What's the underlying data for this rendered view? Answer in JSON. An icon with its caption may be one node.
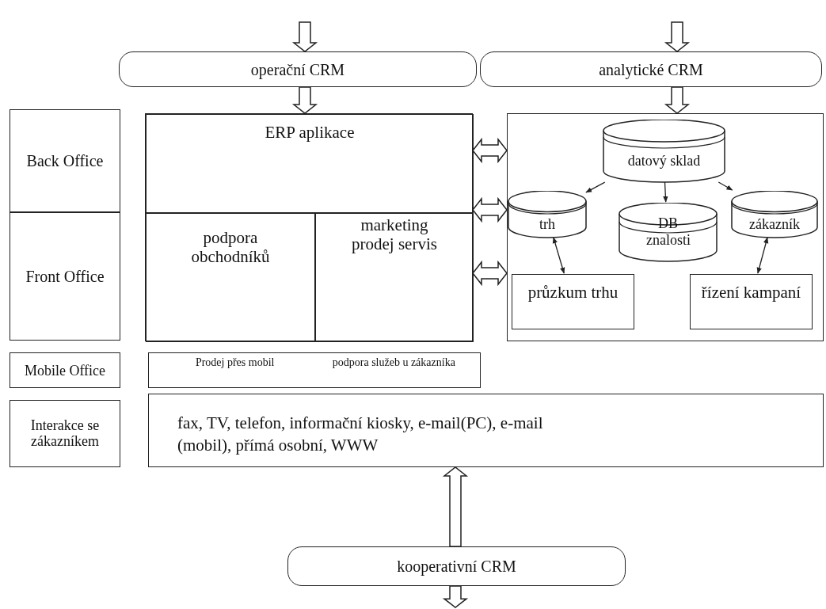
{
  "diagram": {
    "nodes": [
      {
        "text": [
          "operační CRM"
        ]
      },
      {
        "text": [
          "analytické CRM"
        ]
      },
      {
        "text": [
          "Back Office"
        ]
      },
      {
        "text": [
          "Front Office"
        ]
      },
      {
        "text": [],
        "shape": "box"
      },
      {
        "text": [
          "ERP aplikace"
        ],
        "in": 4
      },
      {
        "text": [
          "podpora obchodníků"
        ],
        "in": 4
      },
      {
        "text": [
          "marketing prodej servis"
        ],
        "in": 4
      },
      {
        "text": [],
        "shape": "box"
      },
      {
        "text": [
          "datový sklad"
        ],
        "in": 8
      },
      {
        "text": [
          "trh"
        ],
        "in": 8
      },
      {
        "text": [
          "DB znalosti"
        ],
        "in": 8
      },
      {
        "text": [
          "zákazník"
        ],
        "in": 8
      },
      {
        "text": [
          "průzkum trhu"
        ],
        "in": 8
      },
      {
        "text": [
          "řízení kampaní"
        ],
        "in": 8
      },
      {
        "text": [
          "Mobile Office"
        ]
      },
      {
        "text": [
          "Prodej přes mobil",
          "podpora služeb u zákazníka"
        ]
      },
      {
        "text": [
          "Interakce se zákazníkem"
        ]
      },
      {
        "text": [
          "fax, TV, telefon, informační kiosky, e-mail(PC), e-mail (mobil), přímá osobní, WWW"
        ]
      },
      {
        "text": [
          "kooperativní CRM"
        ]
      }
    ],
    "edges": [
      {
        "from": null,
        "to": 0,
        "arrow": "to",
        "style": "thick"
      },
      {
        "from": null,
        "to": 1,
        "arrow": "to",
        "style": "thick"
      },
      {
        "from": 0,
        "to": 4,
        "arrow": "to",
        "style": "thick"
      },
      {
        "from": 1,
        "to": 8,
        "arrow": "to",
        "style": "thick"
      },
      {
        "from": 5,
        "to": 8,
        "arrow": "both",
        "style": "thick"
      },
      {
        "from": 4,
        "to": 8,
        "arrow": "both",
        "style": "thick"
      },
      {
        "from": 7,
        "to": 8,
        "arrow": "both",
        "style": "thick"
      },
      {
        "from": 9,
        "to": 10,
        "arrow": "to"
      },
      {
        "from": 9,
        "to": 11,
        "arrow": "to"
      },
      {
        "from": 9,
        "to": 12,
        "arrow": "to"
      },
      {
        "from": 10,
        "to": 13,
        "arrow": "both"
      },
      {
        "from": 12,
        "to": 14,
        "arrow": "both"
      },
      {
        "from": 19,
        "to": 18,
        "arrow": "to",
        "style": "thick"
      },
      {
        "from": 19,
        "to": null,
        "arrow": "to",
        "style": "thick"
      }
    ]
  }
}
